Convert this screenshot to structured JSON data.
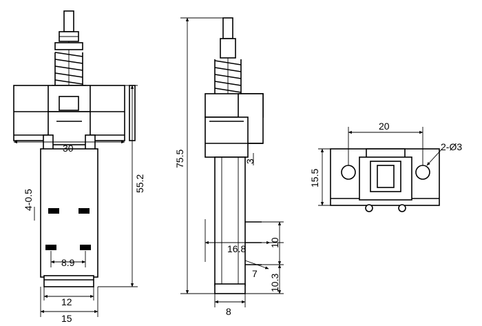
{
  "dims": {
    "width_top": "30",
    "height_body": "55.2",
    "pin_offset": "4-0.5",
    "pin_pitch": "8.9",
    "width_12": "12",
    "width_15": "15",
    "total_height": "75.5",
    "small_3": "3",
    "side_16_8": "16.8",
    "side_10": "10",
    "side_7": "7",
    "side_10_3": "10.3",
    "side_8": "8",
    "hole_pitch": "20",
    "height_15_5": "15.5",
    "holes": "2-Ø3"
  }
}
